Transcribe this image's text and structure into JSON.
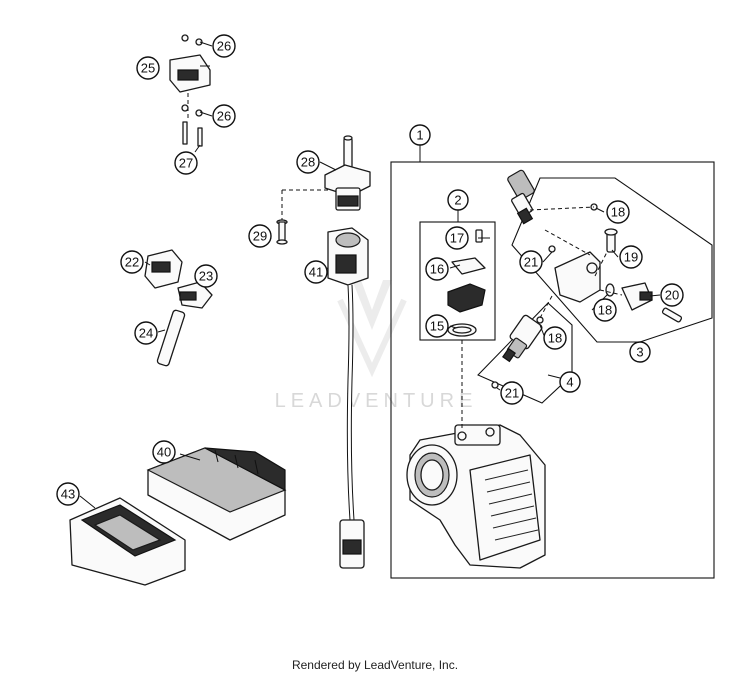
{
  "watermark": "LEADVENTURE",
  "footer": "Rendered by LeadVenture, Inc.",
  "callouts": [
    "1",
    "2",
    "3",
    "4",
    "15",
    "16",
    "17",
    "18",
    "18",
    "18",
    "19",
    "20",
    "21",
    "21",
    "22",
    "23",
    "24",
    "25",
    "26",
    "26",
    "27",
    "28",
    "29",
    "40",
    "41",
    "43"
  ]
}
